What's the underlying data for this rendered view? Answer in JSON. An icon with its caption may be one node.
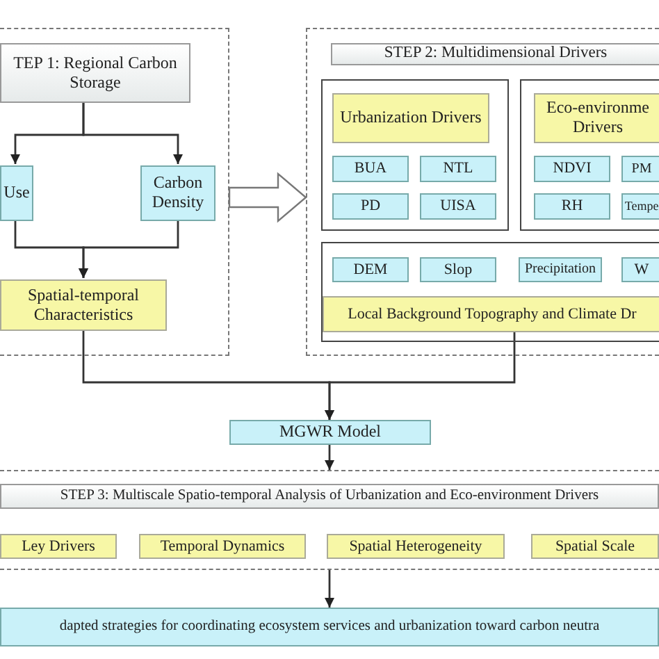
{
  "diagram": {
    "nodes": [
      {
        "text": [],
        "shape": "box"
      },
      {
        "text": [
          "TEP 1: Regional Carbon Storage"
        ],
        "in": 0
      },
      {
        "text": [
          "Use"
        ],
        "in": 0
      },
      {
        "text": [
          "Carbon Density"
        ],
        "in": 0
      },
      {
        "text": [
          "Spatial-temporal Characteristics"
        ],
        "in": 0
      },
      {
        "text": [],
        "shape": "box"
      },
      {
        "text": [
          "STEP 2: Multidimensional Drivers"
        ],
        "in": 5
      },
      {
        "text": [],
        "shape": "box",
        "in": 5
      },
      {
        "text": [
          "Urbanization Drivers"
        ],
        "in": 7
      },
      {
        "text": [
          "BUA"
        ],
        "in": 7
      },
      {
        "text": [
          "NTL"
        ],
        "in": 7
      },
      {
        "text": [
          "PD"
        ],
        "in": 7
      },
      {
        "text": [
          "UISA"
        ],
        "in": 7
      },
      {
        "text": [],
        "shape": "box",
        "in": 5
      },
      {
        "text": [
          "Eco-environme Drivers"
        ],
        "in": 13
      },
      {
        "text": [
          "NDVI"
        ],
        "in": 13
      },
      {
        "text": [
          "PM"
        ],
        "in": 13
      },
      {
        "text": [
          "RH"
        ],
        "in": 13
      },
      {
        "text": [
          "Tempe"
        ],
        "in": 13
      },
      {
        "text": [],
        "shape": "box",
        "in": 5
      },
      {
        "text": [
          "DEM"
        ],
        "in": 19
      },
      {
        "text": [
          "Slop"
        ],
        "in": 19
      },
      {
        "text": [
          "Precipitation"
        ],
        "in": 19
      },
      {
        "text": [
          "W"
        ],
        "in": 19
      },
      {
        "text": [
          "Local Background Topography and Climate Dr"
        ],
        "in": 19
      },
      {
        "text": [
          "MGWR Model"
        ]
      },
      {
        "text": [],
        "shape": "box"
      },
      {
        "text": [
          "STEP 3: Multiscale Spatio-temporal Analysis of Urbanization and Eco-environment Drivers"
        ],
        "in": 26
      },
      {
        "text": [
          "Ley Drivers"
        ],
        "in": 26
      },
      {
        "text": [
          "Temporal Dynamics"
        ],
        "in": 26
      },
      {
        "text": [
          "Spatial Heterogeneity"
        ],
        "in": 26
      },
      {
        "text": [
          "Spatial Scale"
        ],
        "in": 26
      },
      {
        "text": [
          "dapted strategies for coordinating ecosystem services and urbanization toward carbon neutra"
        ]
      }
    ],
    "edges": [
      {
        "from": 1,
        "to": 2,
        "arrow": "to"
      },
      {
        "from": 1,
        "to": 3,
        "arrow": "to"
      },
      {
        "from": 2,
        "to": 4,
        "arrow": "to"
      },
      {
        "from": 3,
        "to": 4,
        "arrow": "to"
      },
      {
        "from": 0,
        "to": 5,
        "arrow": "to",
        "style": "thick"
      },
      {
        "from": 4,
        "to": 25,
        "arrow": "to"
      },
      {
        "from": 24,
        "to": 25,
        "arrow": "to"
      },
      {
        "from": 25,
        "to": 26,
        "arrow": "to"
      },
      {
        "from": 26,
        "to": 32,
        "arrow": "to"
      }
    ]
  }
}
